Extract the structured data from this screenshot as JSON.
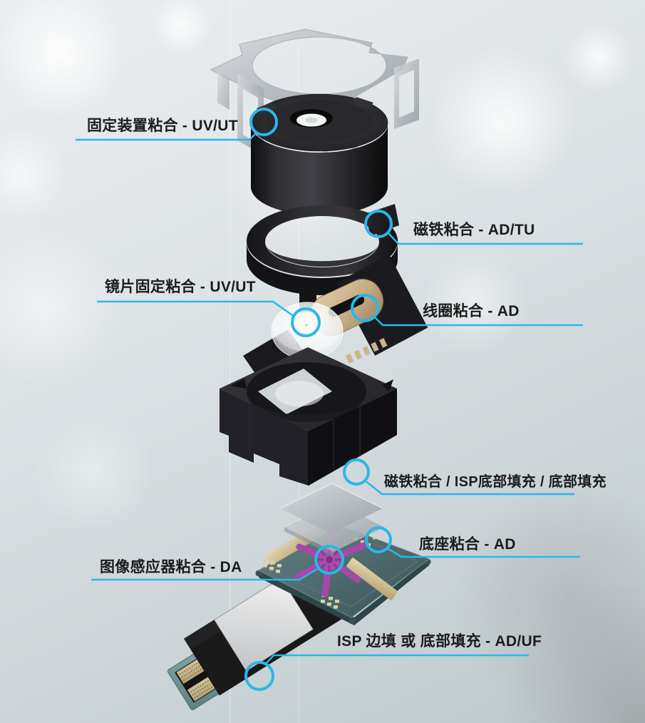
{
  "colors": {
    "accent_cyan": "#2ab7e8",
    "label_text": "#1c1c1c",
    "background_light": "#e9edef",
    "background_dark": "#bfc9cd",
    "coil_tan": "#c7ad85",
    "sensor_teal": "#4e6b6e",
    "decoration_purple": "#a847ab"
  },
  "callouts": [
    {
      "id": "housing-fixing-bond",
      "text": "固定装置粘合 - UV/UT"
    },
    {
      "id": "magnet-bond",
      "text": "磁铁粘合 - AD/TU"
    },
    {
      "id": "lens-fixing-bond",
      "text": "镜片固定粘合 - UV/UT"
    },
    {
      "id": "coil-bond",
      "text": "线圈粘合 - AD"
    },
    {
      "id": "magnet-isp-underfill",
      "text": "磁铁粘合 / ISP底部填充 / 底部填充"
    },
    {
      "id": "base-bond",
      "text": "底座粘合 - AD"
    },
    {
      "id": "image-sensor-bond",
      "text": "图像感应器粘合 - DA"
    },
    {
      "id": "isp-edge-or-underfill",
      "text": "ISP 边填 或 底部填充 - AD/UF"
    }
  ],
  "illustration": {
    "parts": [
      "emi-shield",
      "lens-barrel",
      "magnet-ring",
      "lens-stem",
      "coil-assembly",
      "lens-element",
      "carrier-housing",
      "board-connector",
      "flex-cable",
      "stiffener-plate",
      "image-sensor",
      "spacer-plates"
    ]
  }
}
